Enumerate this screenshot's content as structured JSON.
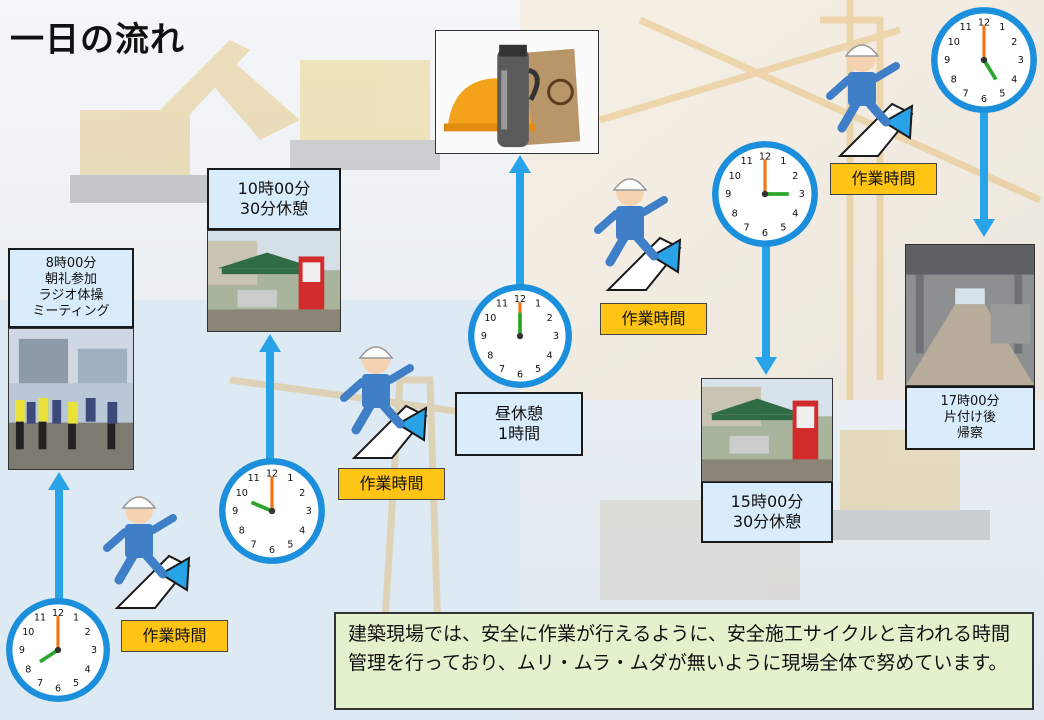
{
  "title": "一日の流れ",
  "schedule": [
    {
      "lines": [
        "8時00分",
        "朝礼参加",
        "ラジオ体操",
        "ミーティング"
      ]
    },
    {
      "lines": [
        "10時00分",
        "30分休憩"
      ]
    },
    {
      "lines": [
        "昼休憩",
        "1時間"
      ]
    },
    {
      "lines": [
        "15時00分",
        "30分休憩"
      ]
    },
    {
      "lines": [
        "17時00分",
        "片付け後",
        "帰察"
      ]
    }
  ],
  "work_label": "作業時間",
  "note": "建築現場では、安全に作業が行えるように、安全施工サイクルと言われる時間管理を行っており、ムリ・ムラ・ムダが無いように現場全体で努めています。",
  "colors": {
    "arrow": "#29a3e8",
    "clock_ring": "#1b8fdc",
    "tag": "#ffc414",
    "box": "#d9ecfb",
    "note_bg": "#e3f1cd"
  },
  "icons": [
    "clock-icon",
    "running-worker-icon",
    "helmet-thermos-bag-icon",
    "up-arrow-icon",
    "down-arrow-icon"
  ]
}
